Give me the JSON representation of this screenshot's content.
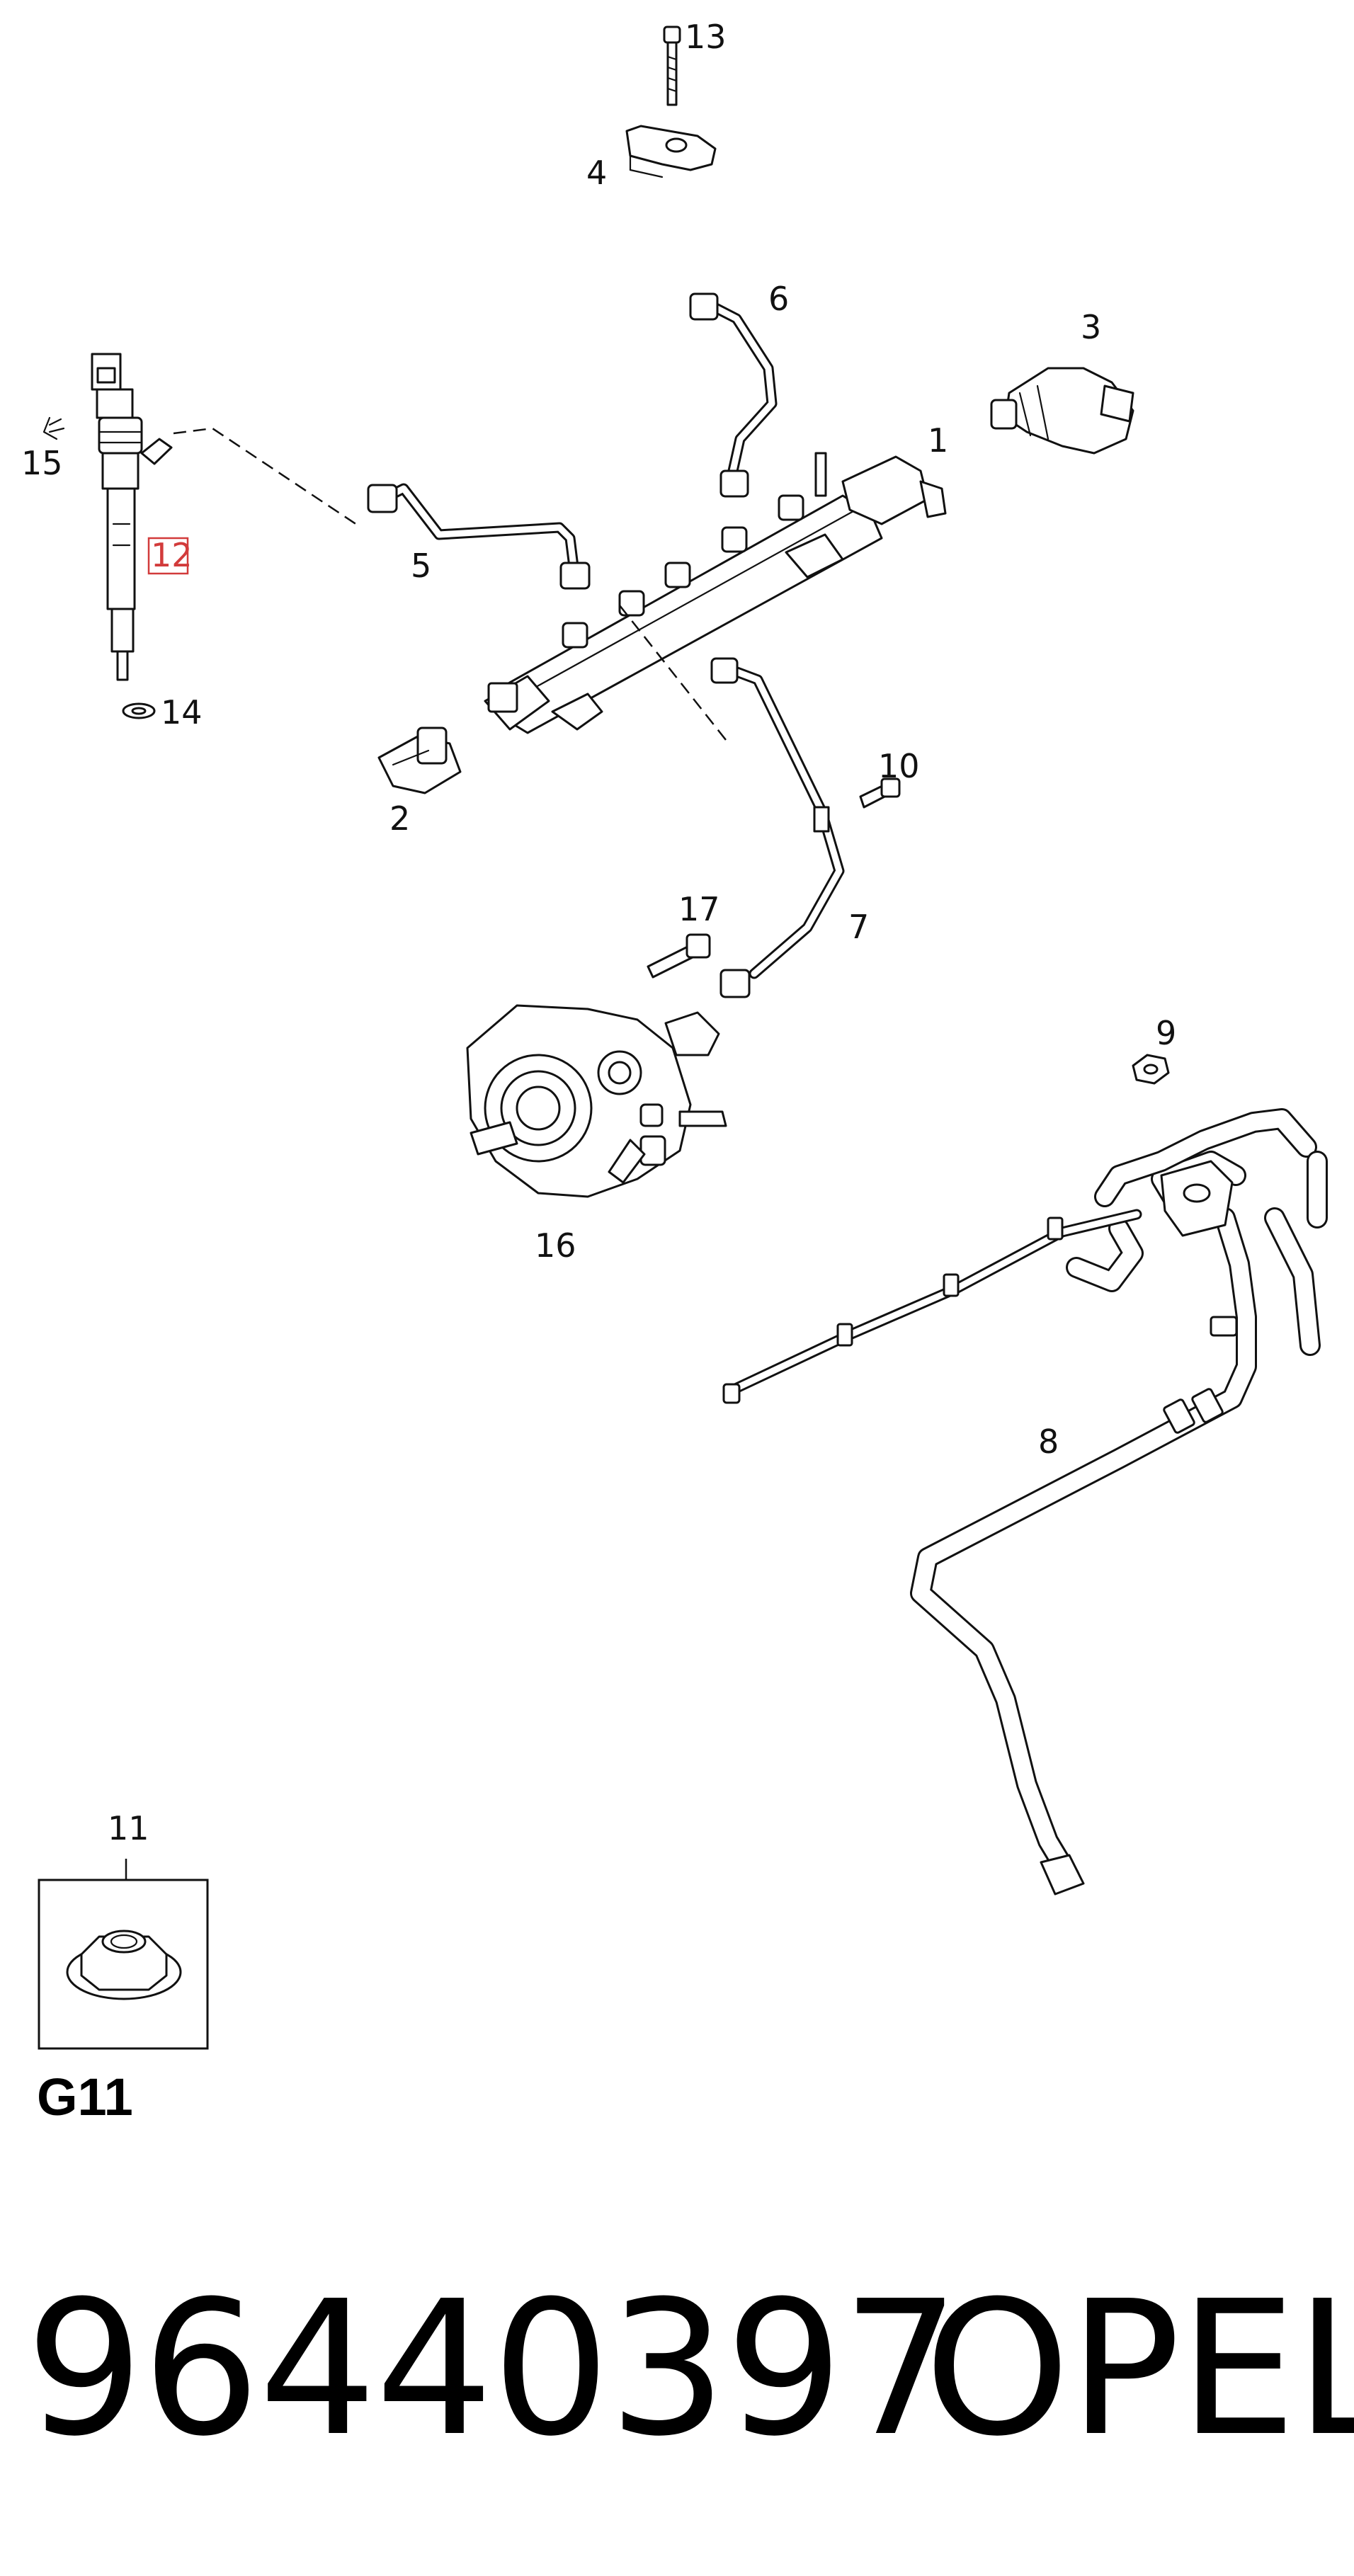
{
  "callouts": {
    "c1": "1",
    "c2": "2",
    "c3": "3",
    "c4": "4",
    "c5": "5",
    "c6": "6",
    "c7": "7",
    "c8": "8",
    "c9": "9",
    "c10": "10",
    "c11": "11",
    "c12": "12",
    "c13": "13",
    "c14": "14",
    "c15": "15",
    "c16": "16",
    "c17": "17"
  },
  "highlight_color": "#d23b3b",
  "group_label": "G11",
  "footer": {
    "part_number": "96440397",
    "brand": "OPEL"
  }
}
